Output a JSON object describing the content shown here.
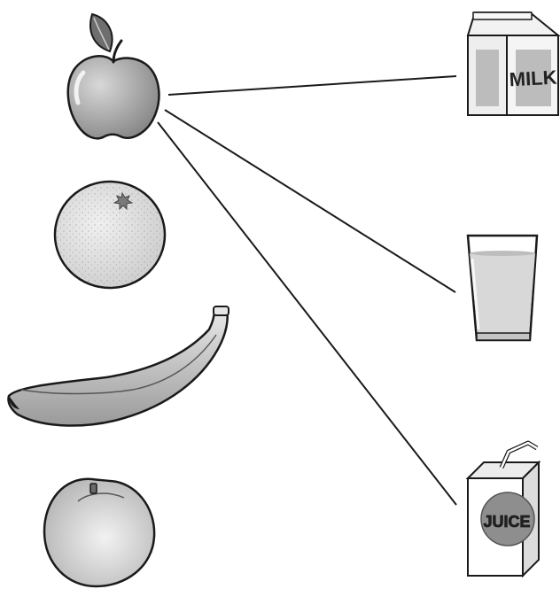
{
  "items_left": [
    {
      "id": "apple",
      "icon": "apple-icon"
    },
    {
      "id": "orange",
      "icon": "orange-icon"
    },
    {
      "id": "banana",
      "icon": "banana-icon"
    },
    {
      "id": "peach",
      "icon": "peach-icon"
    }
  ],
  "items_right": [
    {
      "id": "milk",
      "icon": "milk-carton-icon",
      "label": "MILK"
    },
    {
      "id": "glass",
      "icon": "glass-of-water-icon"
    },
    {
      "id": "juice",
      "icon": "juice-box-icon",
      "label": "JUICE"
    }
  ],
  "connections": [
    {
      "from": "apple",
      "to": "milk"
    },
    {
      "from": "apple",
      "to": "glass"
    },
    {
      "from": "apple",
      "to": "juice"
    }
  ],
  "colors": {
    "stroke": "#1a1a1a",
    "fill_dark": "#8a8a8a",
    "fill_mid": "#b4b4b4",
    "fill_light": "#e2e2e2"
  }
}
